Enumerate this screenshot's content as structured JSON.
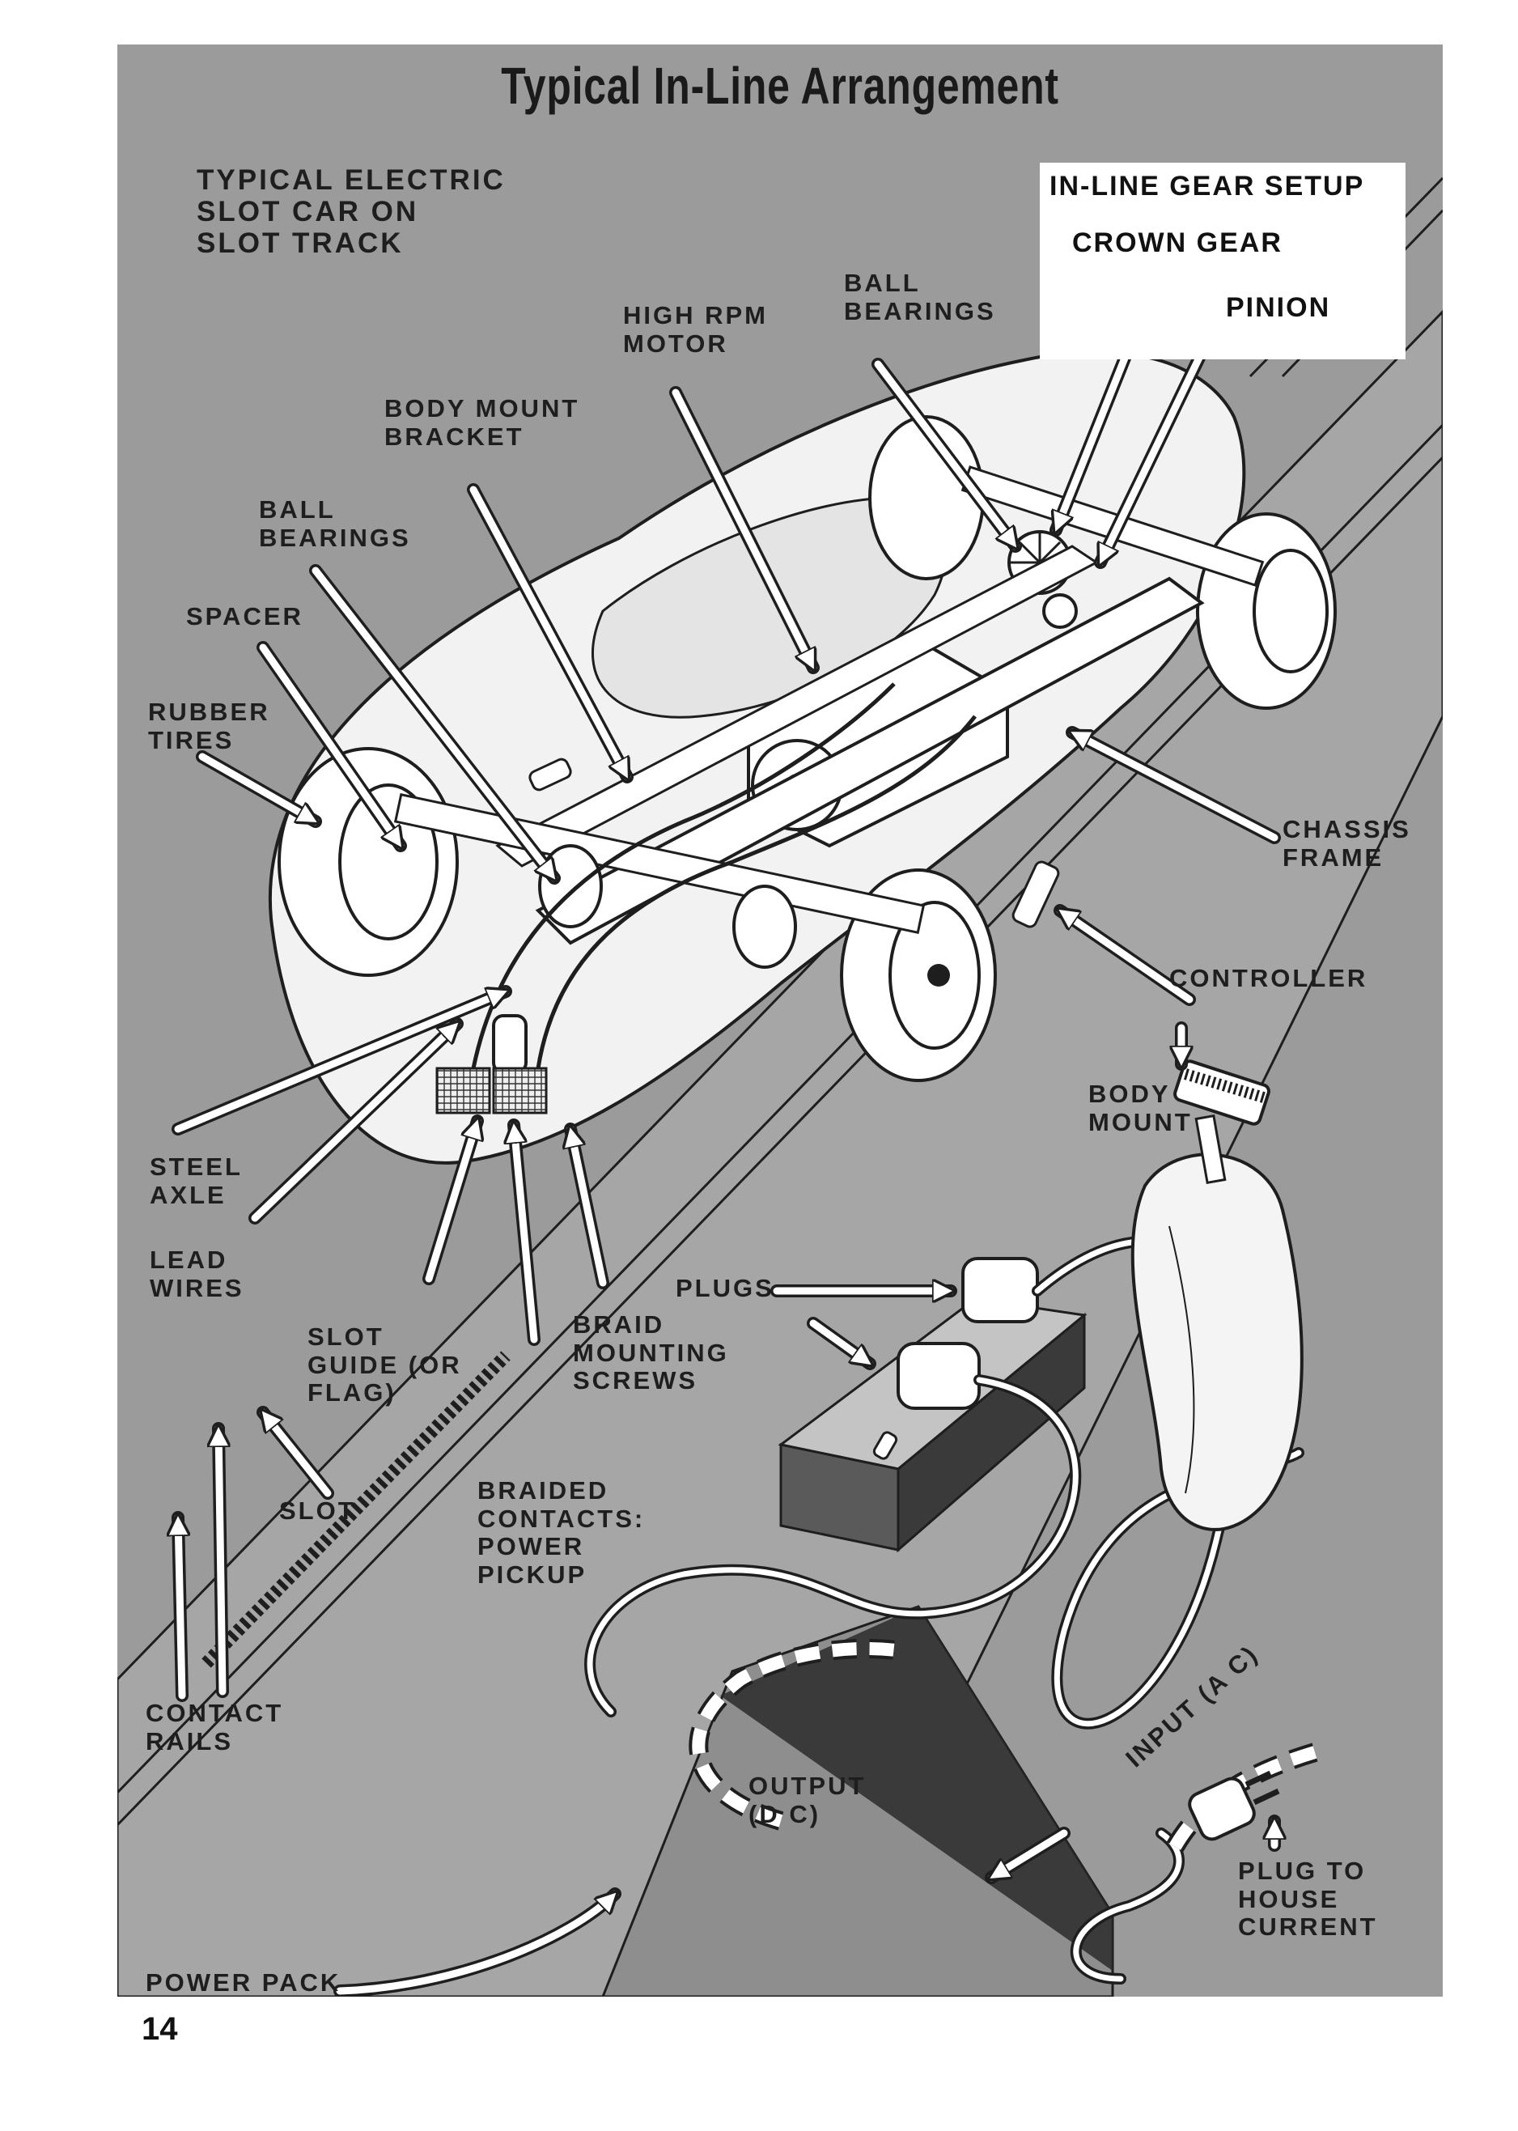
{
  "title": "Typical In-Line Arrangement",
  "page_number": "14",
  "inset": {
    "heading": "IN-LINE GEAR SETUP",
    "crown_gear": "CROWN GEAR",
    "pinion": "PINION"
  },
  "labels": {
    "car_caption": [
      "TYPICAL ELECTRIC",
      "SLOT CAR ON",
      "SLOT TRACK"
    ],
    "high_rpm_motor": [
      "HIGH RPM",
      "MOTOR"
    ],
    "ball_bearings_rear": [
      "BALL",
      "BEARINGS"
    ],
    "body_mount_bracket": [
      "BODY MOUNT",
      "BRACKET"
    ],
    "ball_bearings_front": [
      "BALL",
      "BEARINGS"
    ],
    "spacer": "SPACER",
    "rubber_tires": [
      "RUBBER",
      "TIRES"
    ],
    "chassis_frame": [
      "CHASSIS",
      "FRAME"
    ],
    "controller": "CONTROLLER",
    "body_mount": [
      "BODY",
      "MOUNT"
    ],
    "steel_axle": [
      "STEEL",
      "AXLE"
    ],
    "lead_wires": [
      "LEAD",
      "WIRES"
    ],
    "plugs": "PLUGS",
    "slot_guide": [
      "SLOT",
      "GUIDE (OR",
      "FLAG)"
    ],
    "braid_mounting_screws": [
      "BRAID",
      "MOUNTING",
      "SCREWS"
    ],
    "slot": "SLOT",
    "braided_contacts": [
      "BRAIDED",
      "CONTACTS:",
      "POWER",
      "PICKUP"
    ],
    "contact_rails": [
      "CONTACT",
      "RAILS"
    ],
    "output": [
      "OUTPUT",
      "(D C)"
    ],
    "input": "INPUT (A C)",
    "power_pack": "POWER PACK",
    "plug_to_house": [
      "PLUG TO",
      "HOUSE",
      "CURRENT"
    ]
  },
  "colors": {
    "panel": "#9b9b9b",
    "ink": "#1e1e1e",
    "paper": "#ffffff",
    "shadow": "#2b2b2b"
  }
}
